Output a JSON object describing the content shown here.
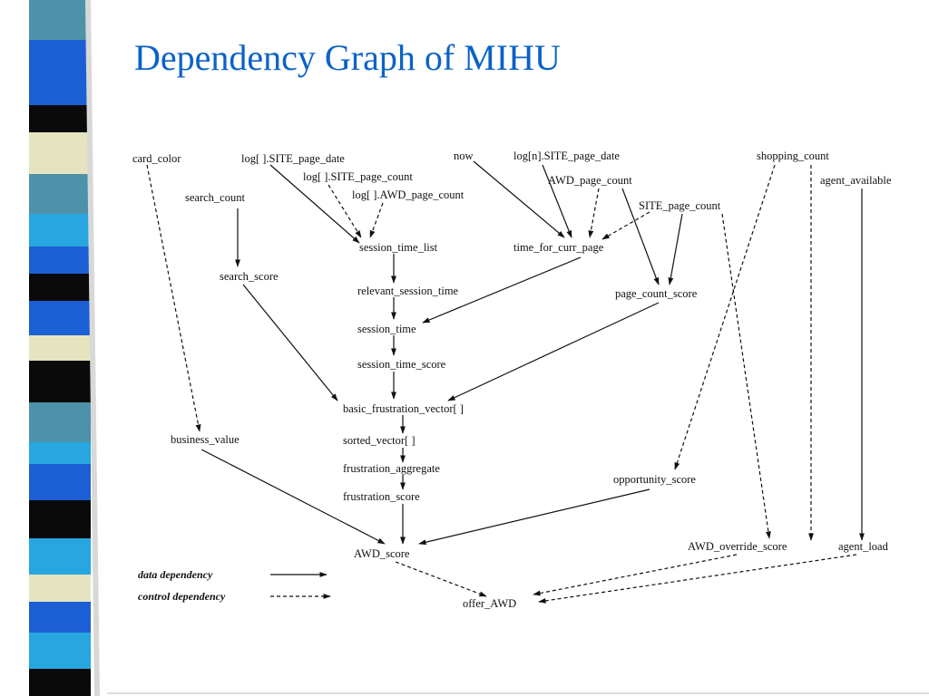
{
  "slide": {
    "title": "Dependency Graph of MIHU"
  },
  "colors": {
    "title": "#0b62c7",
    "stripe_blue": "#1c5fd4",
    "stripe_teal": "#4d92a8",
    "stripe_cyan": "#27a6e0",
    "stripe_cream": "#e6e4c0",
    "stripe_black": "#0a0a0a"
  },
  "nodes": {
    "card_color": "card_color",
    "log_site_page_date": "log[ ].SITE_page_date",
    "log_site_page_count": "log[ ].SITE_page_count",
    "log_awd_page_count": "log[ ].AWD_page_count",
    "now": "now",
    "logn_site_page_date": "log[n].SITE_page_date",
    "awd_page_count": "AWD_page_count",
    "site_page_count": "SITE_page_count",
    "shopping_count": "shopping_count",
    "agent_available": "agent_available",
    "search_count": "search_count",
    "session_time_list": "session_time_list",
    "time_for_curr_page": "time_for_curr_page",
    "search_score": "search_score",
    "relevant_session_time": "relevant_session_time",
    "page_count_score": "page_count_score",
    "session_time": "session_time",
    "session_time_score": "session_time_score",
    "basic_frustration_vector": "basic_frustration_vector[ ]",
    "business_value": "business_value",
    "sorted_vector": "sorted_vector[ ]",
    "frustration_aggregate": "frustration_aggregate",
    "opportunity_score": "opportunity_score",
    "frustration_score": "frustration_score",
    "awd_score": "AWD_score",
    "awd_override_score": "AWD_override_score",
    "agent_load": "agent_load",
    "offer_awd": "offer_AWD"
  },
  "legend": {
    "data_dependency": "data dependency",
    "control_dependency": "control dependency"
  }
}
